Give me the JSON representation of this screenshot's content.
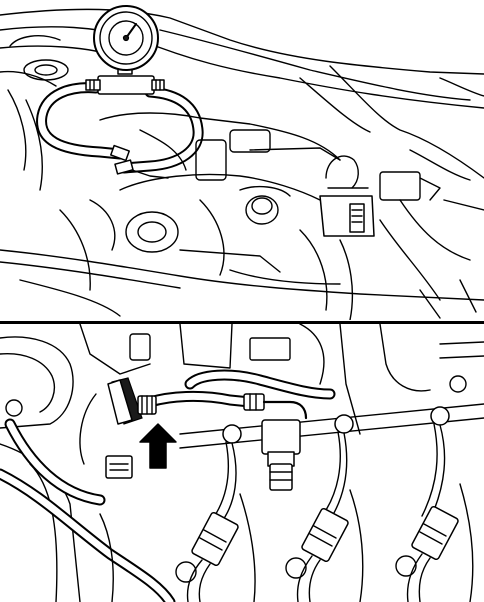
{
  "figure": {
    "panels": [
      {
        "id": "top",
        "content": "engine-bay-with-pressure-gauge"
      },
      {
        "id": "bottom",
        "content": "fuel-rail-hose-connection"
      }
    ],
    "colors": {
      "line": "#000000",
      "background": "#ffffff"
    },
    "icons": [
      "pressure-gauge-icon",
      "direction-arrow-icon"
    ]
  }
}
